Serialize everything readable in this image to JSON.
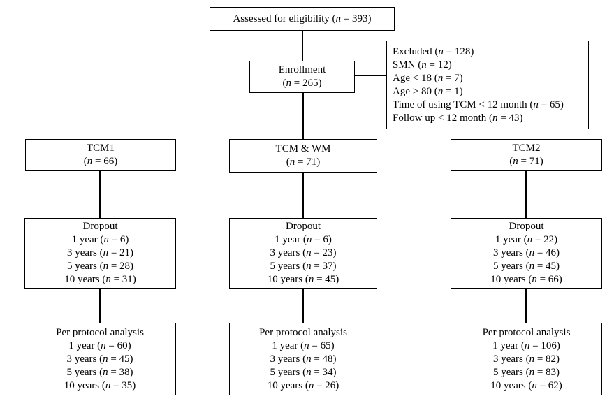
{
  "page": {
    "title": "Patient enrollment flow diagram",
    "colors": {
      "background": "#ffffff",
      "border": "#000000",
      "text": "#000000"
    }
  },
  "flowchart": {
    "boxes": {
      "assessed": {
        "lines": [
          "Assessed for eligibility (n = 393)"
        ]
      },
      "enrollment": {
        "lines": [
          "Enrollment",
          "(n = 265)"
        ]
      },
      "excluded": {
        "lines": [
          "Excluded (n = 128)",
          "SMN (n = 12)",
          "Age < 18 (n = 7)",
          "Age > 80 (n = 1)",
          "Time of using TCM < 12 month (n = 65)",
          "Follow up < 12 month (n = 43)"
        ]
      },
      "tcm1": {
        "lines": [
          "TCM1",
          "(n = 66)"
        ]
      },
      "tcm_wm": {
        "lines": [
          "TCM & WM",
          "(n = 71)"
        ]
      },
      "tcm2": {
        "lines": [
          "TCM2",
          "(n = 71)"
        ]
      },
      "dropout_tcm1": {
        "lines": [
          "Dropout",
          "1 year (n = 6)",
          "3 years (n = 21)",
          "5 years (n = 28)",
          "10 years (n = 31)"
        ]
      },
      "dropout_tcm_wm": {
        "lines": [
          "Dropout",
          "1 year (n = 6)",
          "3 years (n = 23)",
          "5 years (n = 37)",
          "10 years (n = 45)"
        ]
      },
      "dropout_tcm2": {
        "lines": [
          "Dropout",
          "1 year (n = 22)",
          "3 years (n = 46)",
          "5 years (n = 45)",
          "10 years (n = 66)"
        ]
      },
      "per_protocol_tcm1": {
        "lines": [
          "Per protocol analysis",
          "1 year (n = 60)",
          "3 years (n = 45)",
          "5 years (n = 38)",
          "10 years (n = 35)"
        ]
      },
      "per_protocol_tcm_wm": {
        "lines": [
          "Per protocol analysis",
          "1 year (n = 65)",
          "3 years (n = 48)",
          "5 years (n = 34)",
          "10 years (n = 26)"
        ]
      },
      "per_protocol_tcm2": {
        "lines": [
          "Per protocol analysis",
          "1 year (n = 106)",
          "3 years (n = 82)",
          "5 years (n = 83)",
          "10 years (n = 62)"
        ]
      }
    }
  }
}
